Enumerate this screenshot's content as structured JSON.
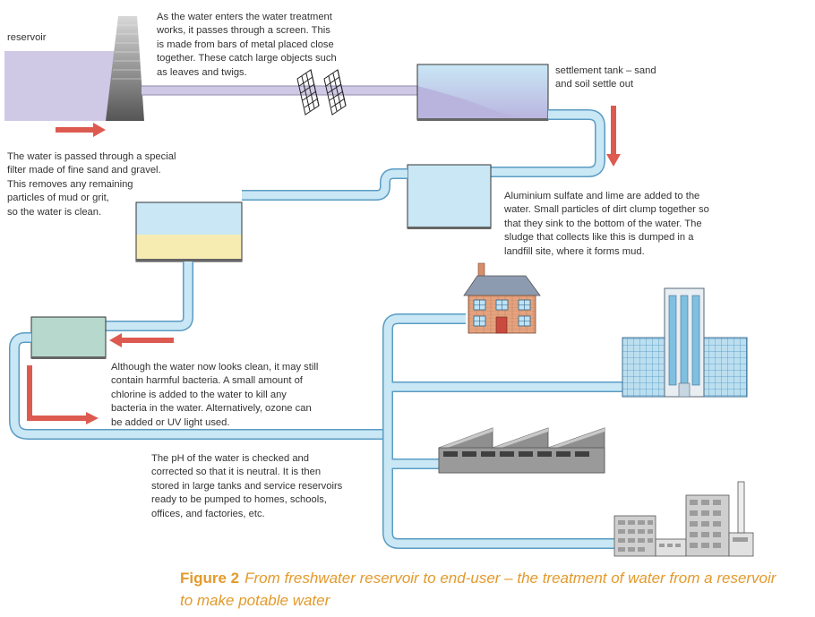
{
  "labels": {
    "reservoir": "reservoir",
    "screen_note": "As the water enters the water treatment\nworks, it passes through a screen. This\nis made from bars of metal placed close\ntogether. These catch large objects such\nas leaves and twigs.",
    "settlement_tank": "settlement tank – sand\nand soil settle out",
    "flocculation_note": "Aluminium sulfate and lime are added to the\nwater. Small particles of dirt clump together so\nthat they sink to the bottom of the water. The\nsludge that collects like this is dumped in a\nlandfill site, where it forms mud.",
    "filter_note": "The water is passed through a special\nfilter made of fine sand and gravel.\nThis removes any remaining\nparticles of mud or grit,\nso the water is clean.",
    "chlorine_note": "Although the water now looks clean, it may still\ncontain harmful bacteria. A small amount of\nchlorine is added to the water to kill any\nbacteria in the water. Alternatively, ozone can\nbe added or UV light used.",
    "storage_note": "The pH of the water is checked and\ncorrected so that it is neutral. It is then\nstored in large tanks and service reservoirs\nready to be pumped to homes, schools,\noffices, and factories, etc."
  },
  "caption": {
    "figure": "Figure 2",
    "text": "From freshwater reservoir to end-user – the treatment of water from a reservoir to make potable water"
  },
  "colors": {
    "water": "#c9e7f5",
    "pipe_outline": "#5a9cc4",
    "reservoir": "#cfc9e6",
    "sediment": "#bdb6dd",
    "sand": "#f6ecb2",
    "chlorine_tank": "#b7d9cd",
    "arrow": "#dd5a50",
    "caption": "#e39a2c"
  }
}
